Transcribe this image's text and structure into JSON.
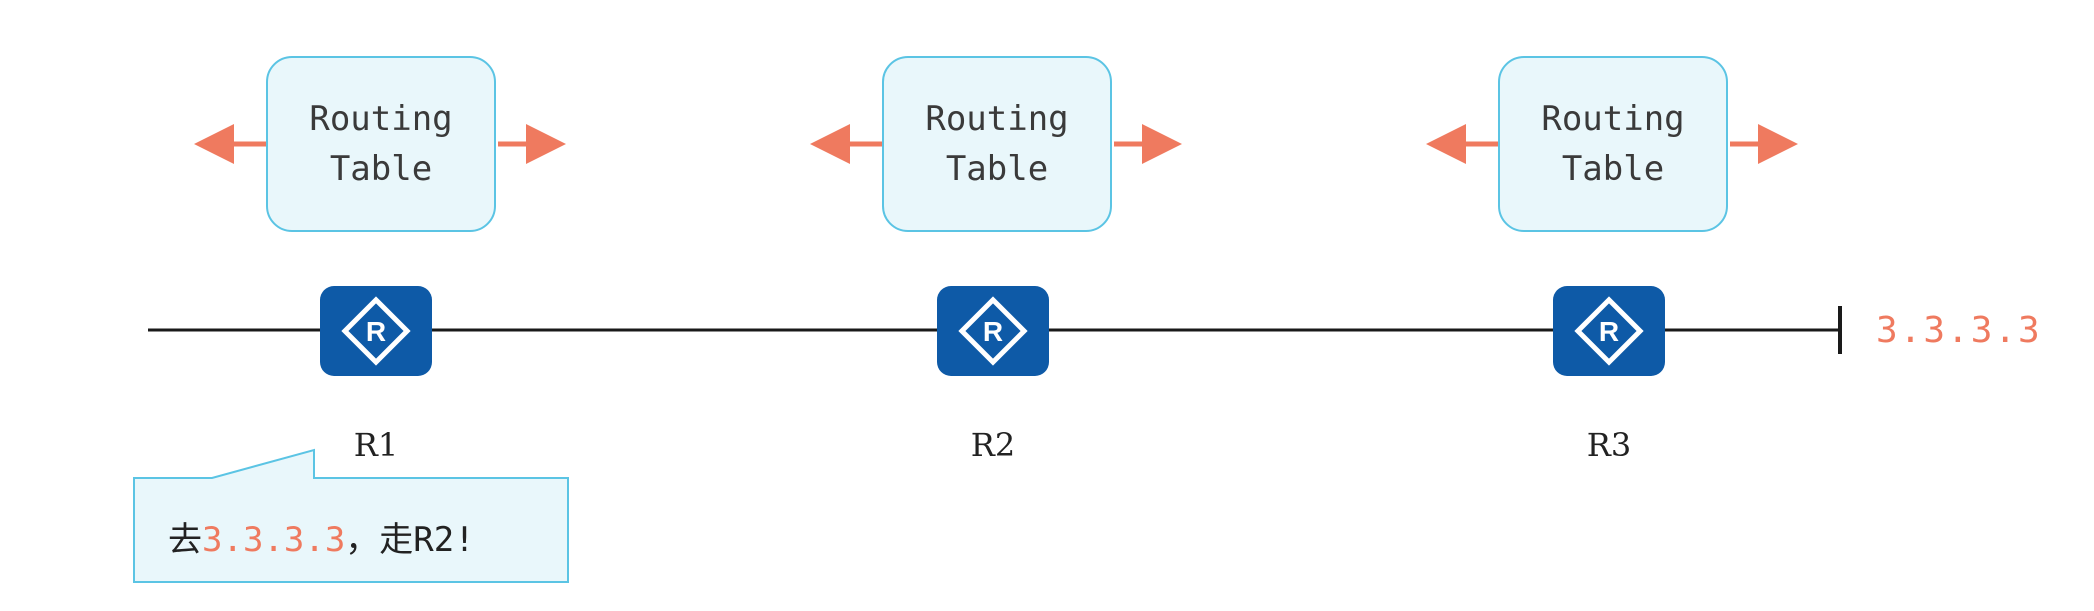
{
  "routing_tables": [
    {
      "line1": "Routing",
      "line2": "Table"
    },
    {
      "line1": "Routing",
      "line2": "Table"
    },
    {
      "line1": "Routing",
      "line2": "Table"
    }
  ],
  "routers": [
    {
      "label": "R1",
      "icon": "router-icon"
    },
    {
      "label": "R2",
      "icon": "router-icon"
    },
    {
      "label": "R3",
      "icon": "router-icon"
    }
  ],
  "destination": "3.3.3.3",
  "callout": {
    "prefix": "去",
    "destination": "3.3.3.3",
    "suffix": "，走R2!"
  },
  "colors": {
    "accent": "#ef7a5f",
    "box_border": "#5bc4e4",
    "box_fill": "#e9f7fb",
    "router_fill": "#0e5aa7",
    "line": "#1a1a1a"
  }
}
